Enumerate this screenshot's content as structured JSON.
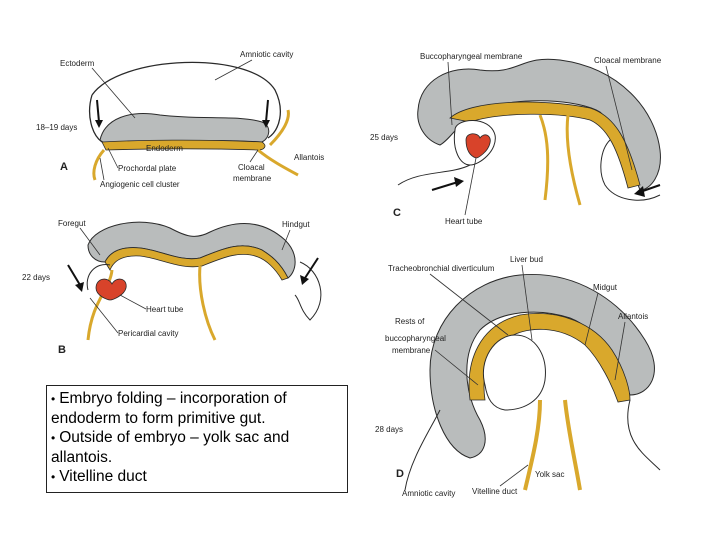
{
  "panels": {
    "A": {
      "letter": "A",
      "age": "18–19 days",
      "labels": {
        "ectoderm": "Ectoderm",
        "amniotic_cavity": "Amniotic cavity",
        "endoderm": "Endoderm",
        "prochordal_plate": "Prochordal plate",
        "angiogenic_cluster": "Angiogenic cell cluster",
        "cloacal_membrane_1": "Cloacal",
        "cloacal_membrane_2": "membrane",
        "allantois": "Allantois"
      }
    },
    "B": {
      "letter": "B",
      "age": "22 days",
      "labels": {
        "foregut": "Foregut",
        "hindgut": "Hindgut",
        "heart_tube": "Heart tube",
        "pericardial_cavity": "Pericardial cavity"
      }
    },
    "C": {
      "letter": "C",
      "age": "25 days",
      "labels": {
        "buccopharyngeal_membrane": "Buccopharyngeal membrane",
        "cloacal_membrane": "Cloacal membrane",
        "heart_tube": "Heart tube"
      }
    },
    "D": {
      "letter": "D",
      "age": "28 days",
      "labels": {
        "tracheobronchial": "Tracheobronchial diverticulum",
        "liver_bud": "Liver bud",
        "midgut": "Midgut",
        "allantois": "Allantois",
        "rests_1": "Rests of",
        "rests_2": "buccopharyngeal",
        "rests_3": "membrane",
        "amniotic_cavity": "Amniotic cavity",
        "vitelline_duct": "Vitelline duct",
        "yolk_sac": "Yolk sac"
      }
    }
  },
  "caption": {
    "lines": [
      "Embryo folding – incorporation of endoderm to form primitive gut.",
      "Outside of embryo – yolk sac and allantois.",
      "Vitelline duct"
    ]
  },
  "colors": {
    "mesoderm_gray": "#b9bcbc",
    "endoderm_yellow": "#d9a82c",
    "heart_red": "#d8432a",
    "outline": "#2a2a2a"
  }
}
